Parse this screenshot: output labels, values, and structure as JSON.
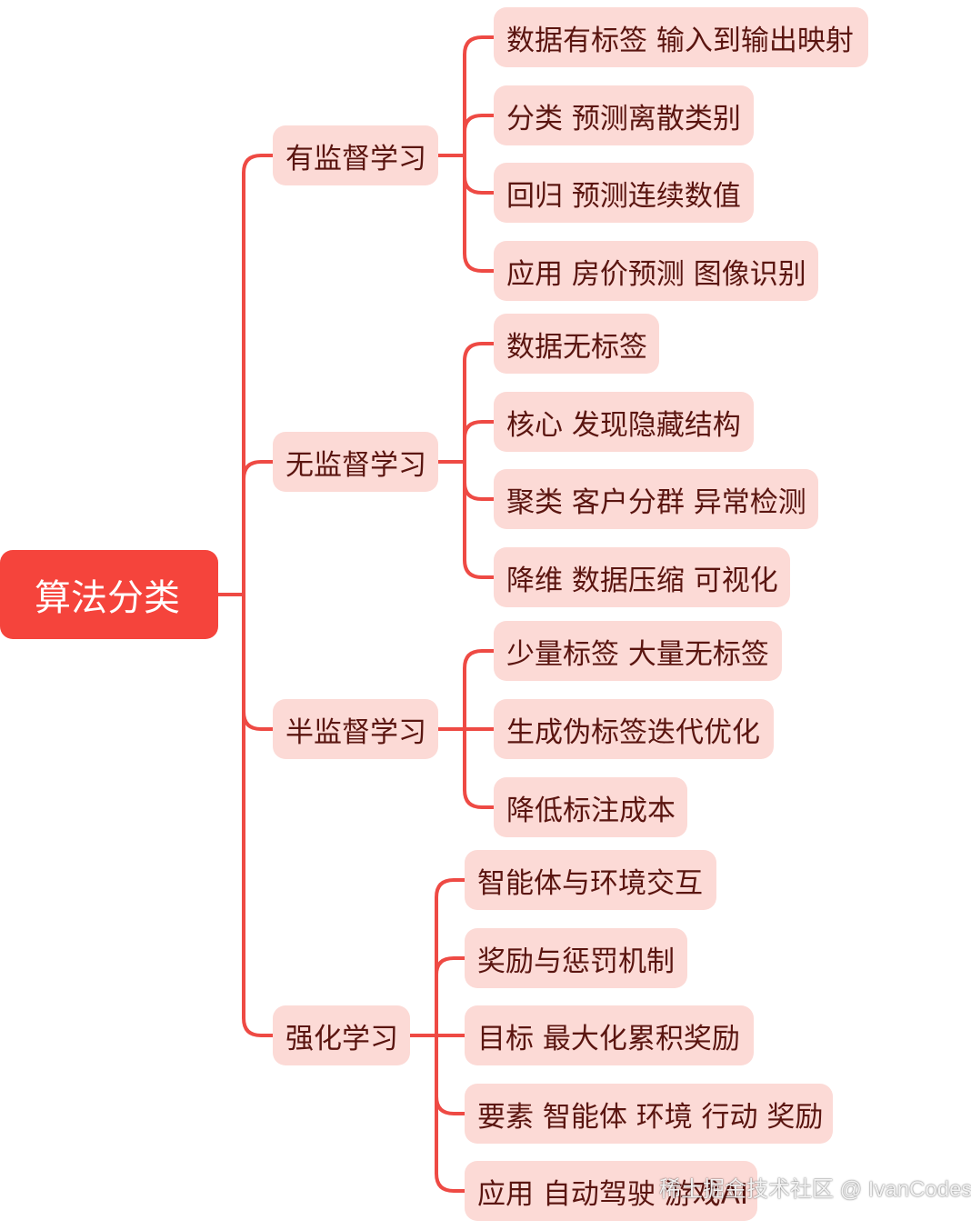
{
  "root": {
    "label": "算法分类"
  },
  "branches": [
    {
      "label": "有监督学习",
      "children": [
        "数据有标签 输入到输出映射",
        "分类 预测离散类别",
        "回归 预测连续数值",
        "应用 房价预测 图像识别"
      ]
    },
    {
      "label": "无监督学习",
      "children": [
        "数据无标签",
        "核心 发现隐藏结构",
        "聚类 客户分群 异常检测",
        "降维 数据压缩 可视化"
      ]
    },
    {
      "label": "半监督学习",
      "children": [
        "少量标签 大量无标签",
        "生成伪标签迭代优化",
        "降低标注成本"
      ]
    },
    {
      "label": "强化学习",
      "children": [
        "智能体与环境交互",
        "奖励与惩罚机制",
        "目标 最大化累积奖励",
        "要素 智能体 环境 行动 奖励",
        "应用 自动驾驶 游戏AI"
      ]
    }
  ],
  "watermark": "稀土掘金技术社区 @ IvanCodes",
  "colors": {
    "root_fill": "#f5443c",
    "node_fill": "#fcdad6",
    "connector": "#ee4a44",
    "node_text": "#5a1510"
  }
}
